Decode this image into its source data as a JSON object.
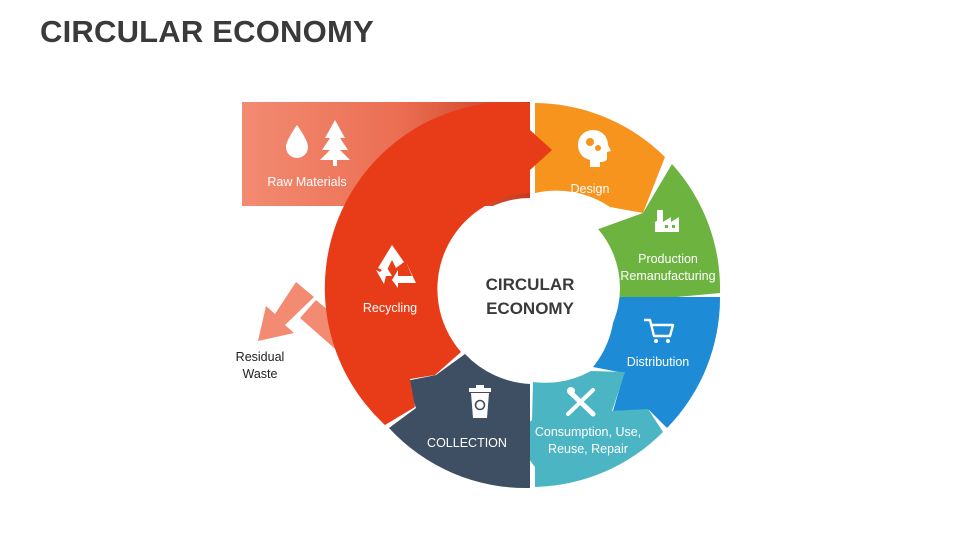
{
  "title": "CIRCULAR ECONOMY",
  "center": {
    "line1": "CIRCULAR",
    "line2": "ECONOMY"
  },
  "raw_materials": {
    "label": "Raw Materials",
    "icons": [
      "water-drop-icon",
      "tree-icon"
    ]
  },
  "residual_waste": {
    "line1": "Residual",
    "line2": "Waste"
  },
  "segments": {
    "design": {
      "label": "Design",
      "color": "#F7941E",
      "icon": "head-gears-icon"
    },
    "production": {
      "line1": "Production",
      "line2": "Remanufacturing",
      "color": "#6DB33F",
      "icon": "factory-icon"
    },
    "distribution": {
      "label": "Distribution",
      "color": "#1E8BD6",
      "icon": "shopping-cart-icon"
    },
    "consumption": {
      "line1": "Consumption, Use,",
      "line2": "Reuse, Repair",
      "color": "#4BB5C4",
      "icon": "tools-icon"
    },
    "collection": {
      "label": "COLLECTION",
      "color": "#3F4F63",
      "icon": "recycle-bin-icon"
    },
    "recycling": {
      "label": "Recycling",
      "color": "#E83C19",
      "icon": "recycle-icon"
    }
  },
  "colors": {
    "raw_materials": "#F28B72",
    "residual_arrow": "#F28B72",
    "title": "#3A3A3A"
  }
}
